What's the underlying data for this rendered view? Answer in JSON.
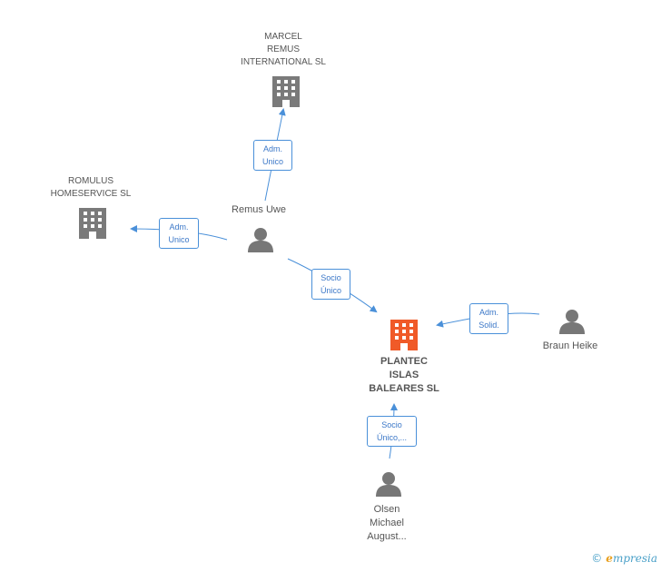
{
  "nodes": {
    "marcel": {
      "label": "MARCEL\nREMUS\nINTERNATIONAL SL",
      "icon": "building-icon"
    },
    "romulus": {
      "label": "ROMULUS\nHOMESERVICE SL",
      "icon": "building-icon"
    },
    "remus": {
      "label": "Remus Uwe",
      "icon": "person-icon"
    },
    "plantec": {
      "label": "PLANTEC\nISLAS\nBALEARES SL",
      "icon": "building-icon"
    },
    "braun": {
      "label": "Braun Heike",
      "icon": "person-icon"
    },
    "olsen": {
      "label": "Olsen\nMichael\nAugust...",
      "icon": "person-icon"
    }
  },
  "edges": {
    "remus_marcel": "Adm.\nUnico",
    "remus_romulus": "Adm.\nUnico",
    "remus_plantec": "Socio\nÚnico",
    "braun_plantec": "Adm.\nSolid.",
    "olsen_plantec": "Socio\nÚnico,..."
  },
  "colors": {
    "edge": "#4a90d9",
    "building": "#7a7a7a",
    "main_building": "#f05a28",
    "person": "#777777"
  },
  "brand": {
    "copyright": "©",
    "e": "e",
    "rest": "mpresia"
  }
}
